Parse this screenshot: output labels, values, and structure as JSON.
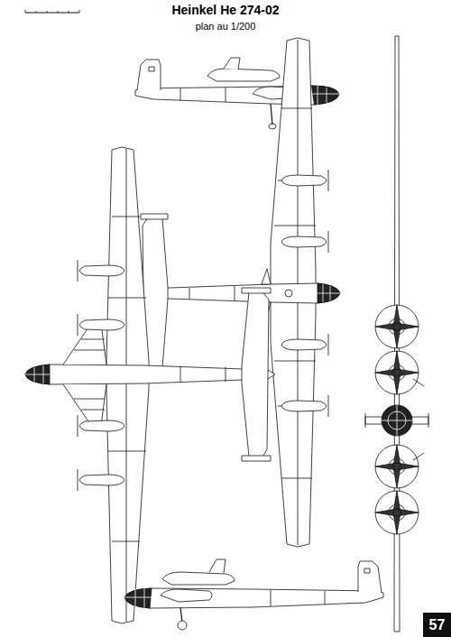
{
  "diagram": {
    "title": "Heinkel He 274-02",
    "labels": [
      "plan au 1/200",
      "57"
    ]
  }
}
